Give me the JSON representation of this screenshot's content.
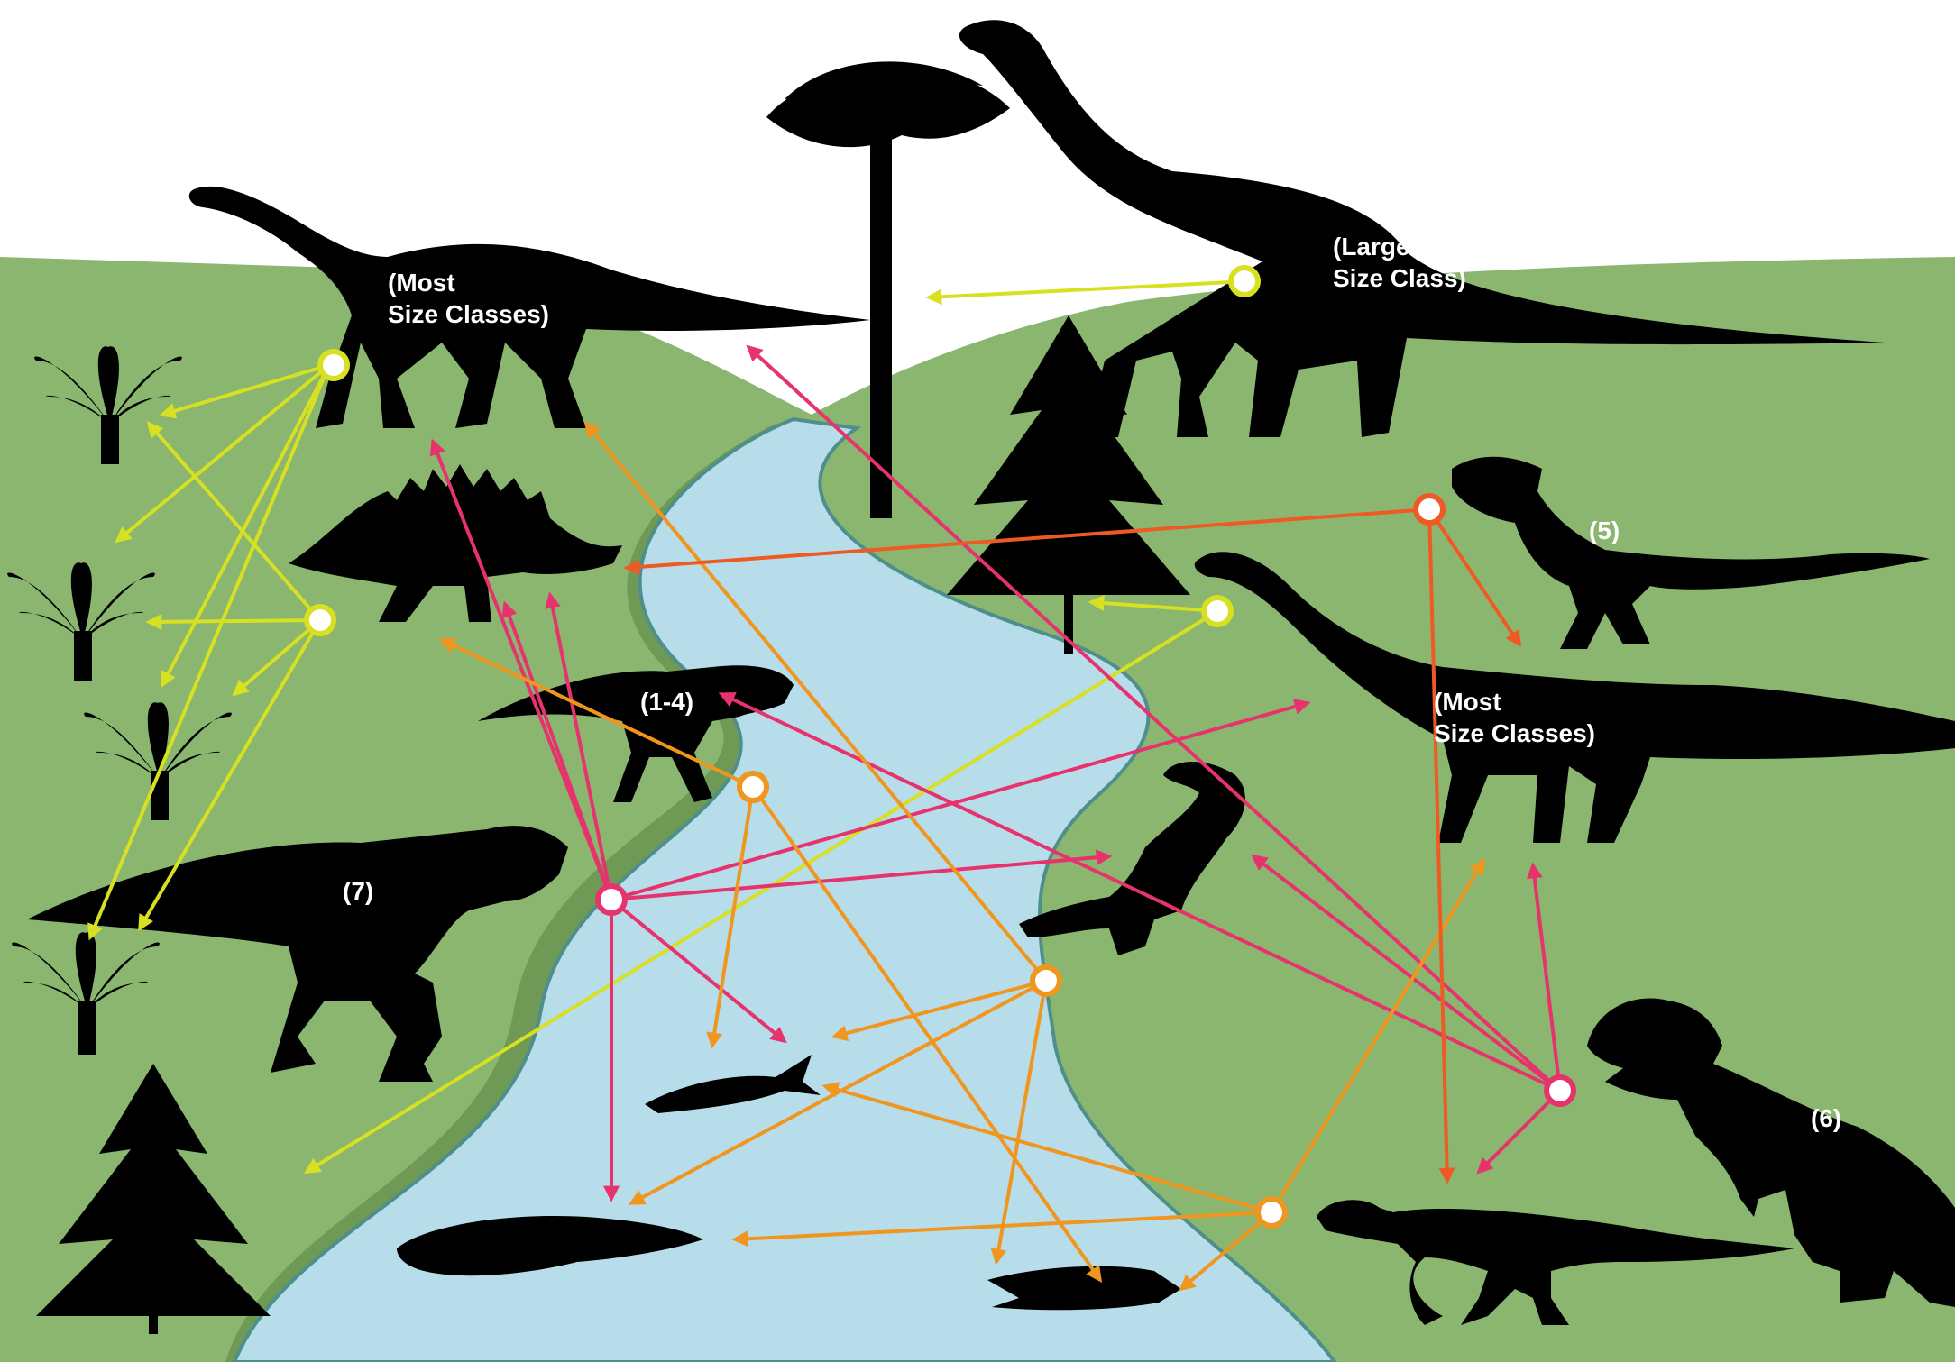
{
  "labels": {
    "titanosaur_line1": "(Most",
    "titanosaur_line2": "Size Classes)",
    "brachiosaur_line1": "(Largest",
    "brachiosaur_line2": "Size Class)",
    "diplodocid_line1": "(Most",
    "diplodocid_line2": "Size Classes)",
    "theropod_1_4": "(1-4)",
    "theropod_5": "(5)",
    "theropod_6": "(6)",
    "theropod_7": "(7)"
  },
  "colors": {
    "ground": "#8ab670",
    "ground_edge": "#6e9a55",
    "river": "#b7dcea",
    "river_edge": "#4f8f8a",
    "silhouette": "#000000",
    "yellow": "#d7e021",
    "pink": "#e6336d",
    "orange": "#f0961e",
    "red_orange": "#ee5a24"
  }
}
